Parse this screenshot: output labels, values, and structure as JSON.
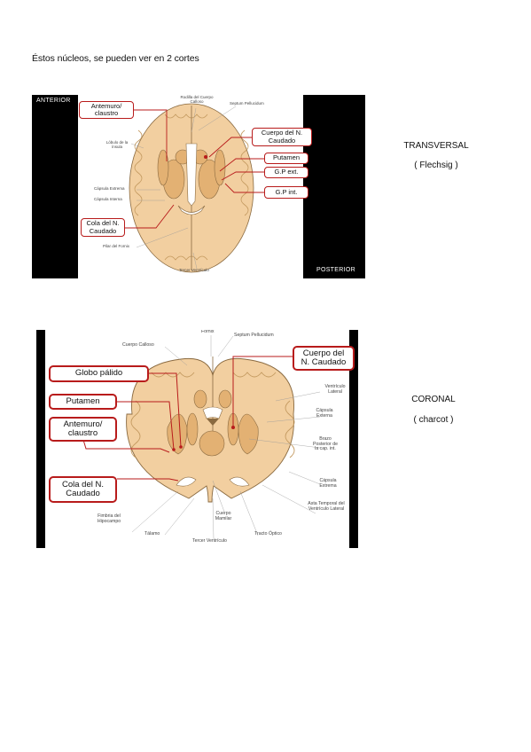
{
  "intro_text": "Éstos núcleos, se pueden ver en 2 cortes",
  "figure1": {
    "corner_labels": {
      "anterior": "ANTERIOR",
      "posterior": "POSTERIOR"
    },
    "callouts": {
      "antemuro": "Antemuro/ claustro",
      "cuerpo_caudado": "Cuerpo del N. Caudado",
      "putamen": "Putamen",
      "gp_ext": "G.P ext.",
      "gp_int": "G.P int.",
      "cola_caudado": "Cola del N. Caudado"
    },
    "small_labels": {
      "rodilla": "Rodilla del Cuerpo Calloso",
      "septum": "Septum Pellucidum",
      "lobulo": "Lóbulo de la ínsula",
      "capsula_extrema": "Cápsula Extrema",
      "capsula_interna": "Cápsula Interna",
      "pilar_fornix": "Pilar del Fornix",
      "tercer_ventriculo": "Tercer Ventrículo"
    },
    "colors": {
      "tissue": "#f2cfa0",
      "nucleus": "#e3b173",
      "outline": "#8a6a40",
      "callout_border": "#b81b1b"
    }
  },
  "figure2": {
    "callouts": {
      "cuerpo_caudado": "Cuerpo del N. Caudado",
      "globo_palido": "Globo pálido",
      "putamen": "Putamen",
      "antemuro": "Antemuro/ claustro",
      "cola_caudado": "Cola del N. Caudado"
    },
    "small_labels": {
      "fornix": "Fórnix",
      "cuerpo_calloso": "Cuerpo Calloso",
      "septum": "Septum Pellucidum",
      "ventriculo_lateral": "Ventrículo Lateral",
      "capsula_externa": "Cápsula Externa",
      "brazo_posterior": "Brazo Posterior de la cap. int.",
      "capsula_extrema": "Cápsula Extrema",
      "asta_temporal": "Asta Temporal del Ventrículo Lateral",
      "fimbria": "Fimbria del Hipocampo",
      "talamo": "Tálamo",
      "tercer_ventriculo": "Tercer Ventrículo",
      "cuerpo_mamilar": "Cuerpo Mamilar",
      "tracto_optico": "Tracto Óptico"
    }
  },
  "side_labels": {
    "transversal": "TRANSVERSAL",
    "flechsig": "( Flechsig )",
    "coronal": "CORONAL",
    "charcot": "( charcot )"
  }
}
